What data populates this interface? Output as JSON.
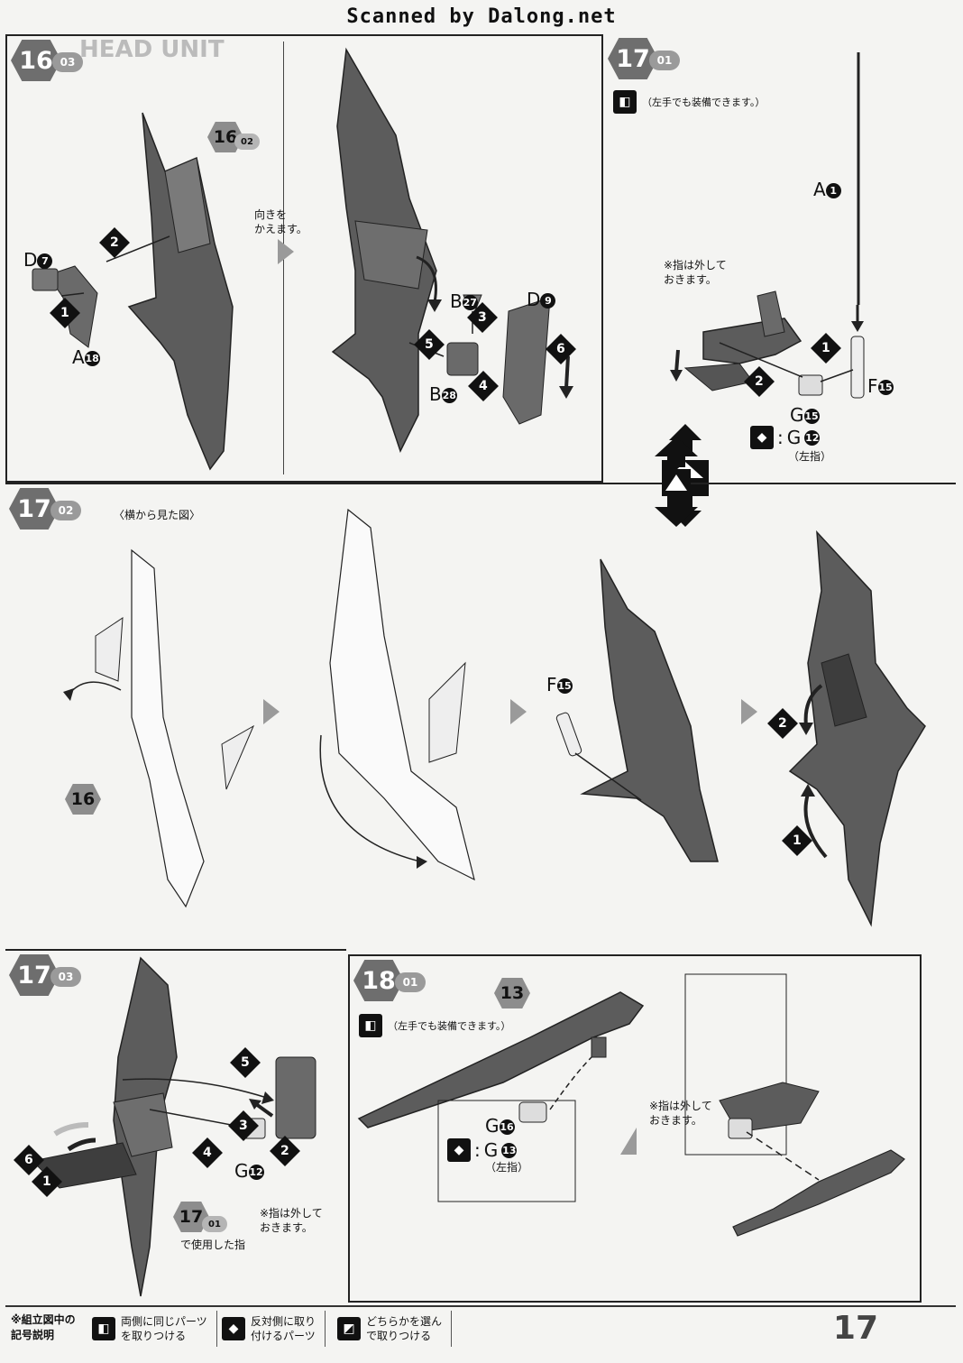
{
  "watermark": "Scanned by Dalong.net",
  "page_number": "17",
  "steps": {
    "s16_03": {
      "number": "16",
      "sub": "03",
      "sub_ref": {
        "number": "16",
        "sub": "02"
      },
      "turn_note": "向きを\nかえます。",
      "labels": {
        "d7": "D",
        "a18": "A",
        "b27": "B",
        "b28": "B",
        "d9": "D"
      },
      "label_nums": {
        "d7": "7",
        "a18": "18",
        "b27": "27",
        "b28": "28",
        "d9": "9"
      },
      "bg_text": "HEAD UNIT"
    },
    "s17_01": {
      "number": "17",
      "sub": "01",
      "note_both": "（左手でも装備できます。）",
      "finger_note": "※指は外して\nおきます。",
      "labels": {
        "a1": "A",
        "f15": "F",
        "g15": "G",
        "g12": "G"
      },
      "label_nums": {
        "a1": "1",
        "f15": "15",
        "g15": "15",
        "g12": "12"
      },
      "left_finger": "（左指）"
    },
    "s17_02": {
      "number": "17",
      "sub": "02",
      "side_view": "〈横から見た図〉",
      "ref_part": "16",
      "labels": {
        "f15": "F"
      },
      "label_nums": {
        "f15": "15"
      }
    },
    "s17_03": {
      "number": "17",
      "sub": "03",
      "labels": {
        "g12": "G"
      },
      "label_nums": {
        "g12": "12"
      },
      "finger_note": "※指は外して\nおきます。",
      "used_ref": {
        "number": "17",
        "sub": "01"
      },
      "used_text": "で使用した指"
    },
    "s18_01": {
      "number": "18",
      "sub": "01",
      "ref_part": "13",
      "note_both": "（左手でも装備できます。）",
      "finger_note": "※指は外して\nおきます。",
      "labels": {
        "g16": "G",
        "g13": "G"
      },
      "label_nums": {
        "g16": "16",
        "g13": "13"
      },
      "left_finger": "（左指）"
    }
  },
  "legend": {
    "title": "※組立図中の\n記号説明",
    "items": [
      {
        "icon": "both-sides-icon",
        "text": "両側に同じパーツ\nを取りつける"
      },
      {
        "icon": "opposite-side-icon",
        "text": "反対側に取り\n付けるパーツ"
      },
      {
        "icon": "choose-one-icon",
        "text": "どちらかを選ん\nで取りつける"
      }
    ]
  },
  "colors": {
    "badge": "#6e6e6e",
    "part": "#5c5c5c",
    "part_light": "#8a8a8a",
    "paper": "#f4f4f2"
  }
}
